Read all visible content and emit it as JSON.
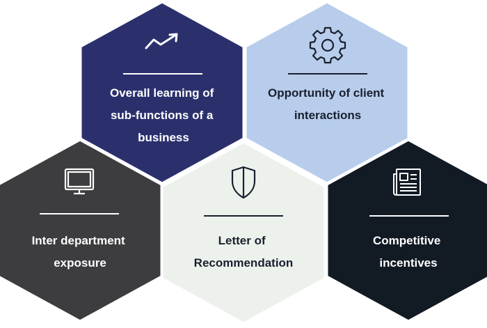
{
  "hexagons": [
    {
      "id": "learning",
      "lines": [
        "Overall learning of",
        "sub-functions of a",
        "business"
      ],
      "icon": "trend-up-icon",
      "fill": "#2b306d",
      "text_color": "#ffffff",
      "accent": "#ffffff"
    },
    {
      "id": "client",
      "lines": [
        "Opportunity of client",
        "interactions"
      ],
      "icon": "gear-icon",
      "fill": "#b7cdeb",
      "text_color": "#1a1f2e",
      "accent": "#1a1f2e"
    },
    {
      "id": "department",
      "lines": [
        "Inter department",
        "exposure"
      ],
      "icon": "monitor-icon",
      "fill": "#3d3d3f",
      "text_color": "#ffffff",
      "accent": "#ffffff"
    },
    {
      "id": "letter",
      "lines": [
        "Letter of",
        "Recommendation"
      ],
      "icon": "shield-icon",
      "fill": "#edf1ec",
      "text_color": "#1a1f2e",
      "accent": "#1a1f2e"
    },
    {
      "id": "incentives",
      "lines": [
        "Competitive",
        "incentives"
      ],
      "icon": "newspaper-icon",
      "fill": "#121a24",
      "text_color": "#ffffff",
      "accent": "#ffffff"
    }
  ]
}
